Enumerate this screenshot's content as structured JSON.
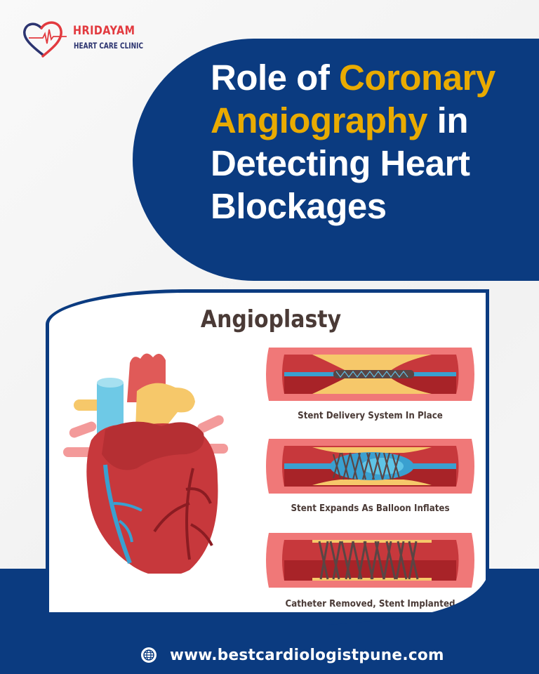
{
  "brand": {
    "name": "HRIDAYAM",
    "tagline": "HEART CARE CLINIC",
    "name_color": "#e23a3f",
    "tagline_color": "#2c3470",
    "logo_icon": "heart-ecg-icon"
  },
  "hero": {
    "title_parts": [
      {
        "text": "Role of ",
        "highlight": false
      },
      {
        "text": "Coronary",
        "highlight": true
      },
      {
        "text": "Angiography",
        "highlight": true
      },
      {
        "text": " in",
        "highlight": false
      },
      {
        "text": "Detecting Heart",
        "highlight": false
      },
      {
        "text": "Blockages",
        "highlight": false
      }
    ],
    "highlight_color": "#e9ab00",
    "text_color": "#ffffff",
    "background": "#0b3b80"
  },
  "illustration": {
    "title": "Angioplasty",
    "title_color": "#4a3a36",
    "steps": [
      {
        "label": "Stent Delivery System In Place",
        "icon": "stent-delivery-icon"
      },
      {
        "label": "Stent Expands As Balloon Inflates",
        "icon": "stent-expand-icon"
      },
      {
        "label": "Catheter Removed, Stent Implanted",
        "icon": "stent-implanted-icon"
      }
    ],
    "heart_icon": "anatomical-heart-icon"
  },
  "footer": {
    "website": "www.bestcardiologistpune.com",
    "icon": "globe-icon",
    "background": "#0b3b80"
  },
  "colors": {
    "navy": "#0b3b80",
    "vessel_outer": "#f07878",
    "vessel_inner": "#c7383c",
    "plaque": "#f6c86a",
    "catheter": "#3aa0d0",
    "stent": "#5a4544"
  }
}
